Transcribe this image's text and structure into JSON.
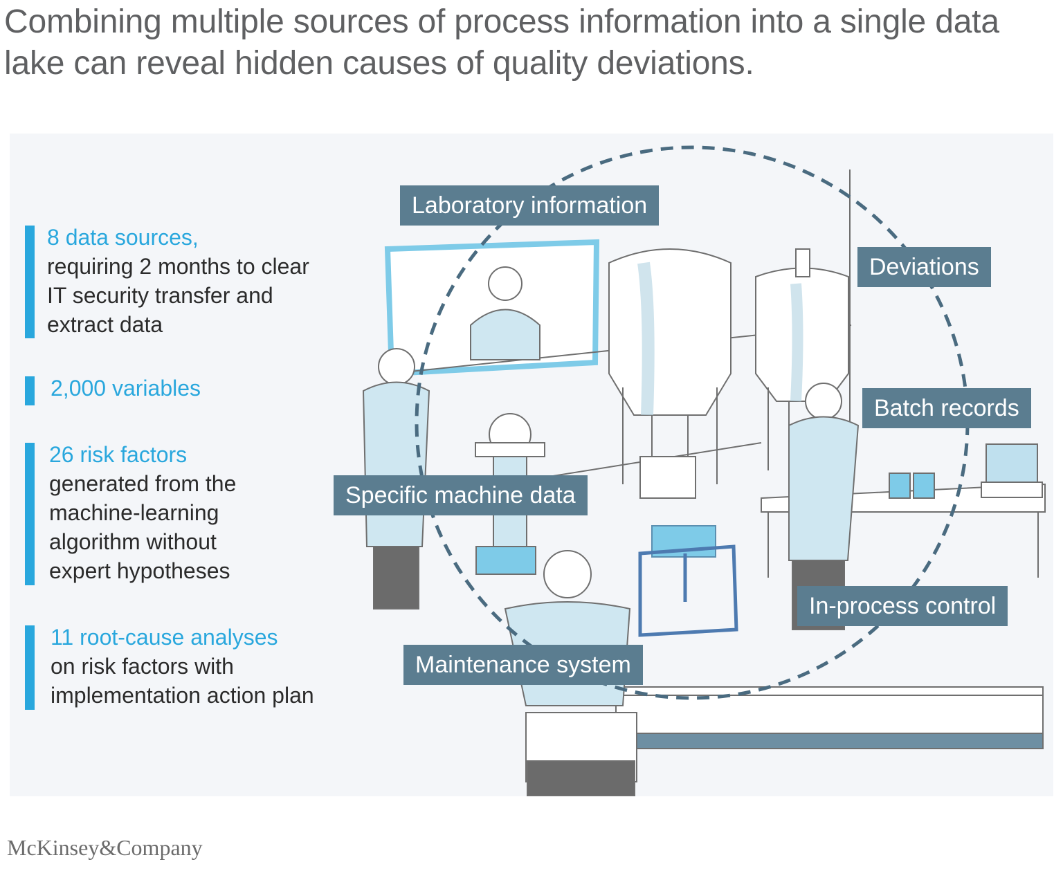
{
  "headline": "Combining multiple sources of process information into a single data lake can reveal hidden causes of quality deviations.",
  "stats": [
    {
      "highlight": "8 data sources,",
      "body": "requiring 2 months to clear IT security transfer and extract data"
    },
    {
      "highlight": "2,000 variables",
      "body": ""
    },
    {
      "highlight": "26 risk factors",
      "body": "generated from the machine-learning algorithm without expert hypotheses"
    },
    {
      "highlight": "11 root-cause analyses",
      "body": "on risk factors with implementation action plan"
    }
  ],
  "labels": {
    "laboratory": "Laboratory information",
    "deviations": "Deviations",
    "batch": "Batch records",
    "machine": "Specific machine data",
    "inprocess": "In-process control",
    "maintenance": "Maintenance system"
  },
  "footer": "McKinsey&Company",
  "colors": {
    "accent": "#29a7dd",
    "tag": "#5b7d90",
    "headline": "#5f6062"
  }
}
